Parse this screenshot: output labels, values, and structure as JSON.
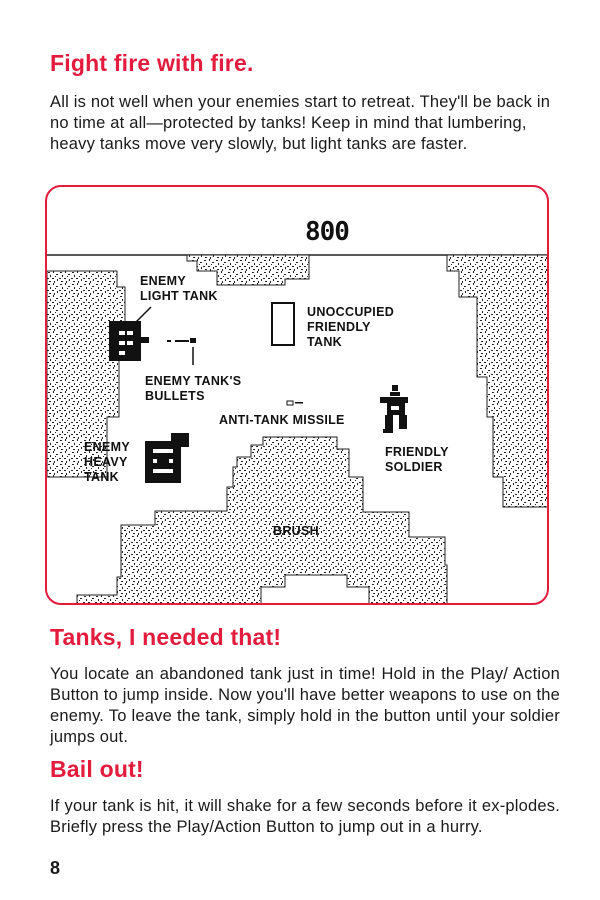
{
  "colors": {
    "heading": "#e31b3d",
    "text": "#1a1a1a",
    "frame": "#e31b3d"
  },
  "sections": [
    {
      "heading": "Fight fire with fire.",
      "text": "All is not well when your enemies start to retreat. They'll be back in no time at all—protected by tanks! Keep in mind that lumbering, heavy tanks move very slowly, but light tanks are faster."
    },
    {
      "heading": "Tanks, I needed that!",
      "text": "You locate an abandoned tank just in time! Hold in the Play/ Action Button to jump inside. Now you'll have better weapons to use on the enemy. To leave the tank, simply hold in the button until your soldier jumps out."
    },
    {
      "heading": "Bail out!",
      "text": "If your tank is hit, it will shake for a few seconds before it ex-plodes. Briefly press the Play/Action Button to jump out in a hurry."
    }
  ],
  "figure": {
    "score": "800",
    "labels": {
      "enemy_light_tank": [
        "ENEMY",
        "LIGHT TANK"
      ],
      "unoccupied_friendly_tank": [
        "UNOCCUPIED",
        "FRIENDLY",
        "TANK"
      ],
      "enemy_tanks_bullets": [
        "ENEMY TANK'S",
        "BULLETS"
      ],
      "anti_tank_missile": "ANTI-TANK MISSILE",
      "enemy_heavy_tank": [
        "ENEMY",
        "HEAVY",
        "TANK"
      ],
      "friendly_soldier": [
        "FRIENDLY",
        "SOLDIER"
      ],
      "brush": "BRUSH"
    }
  },
  "page_number": "8"
}
